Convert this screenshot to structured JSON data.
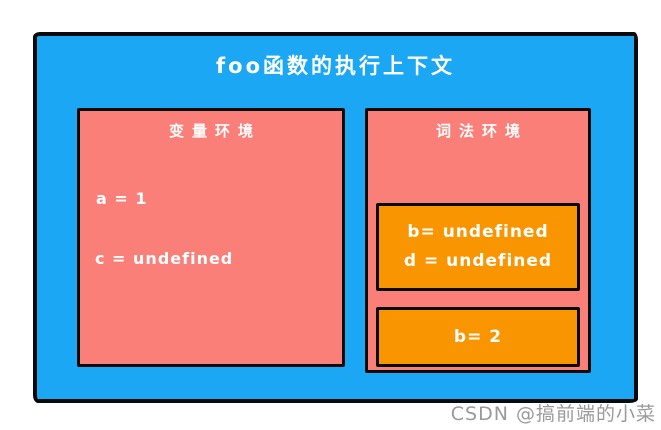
{
  "diagram": {
    "title": "foo函数的执行上下文",
    "variable_env": {
      "title": "变量环境",
      "entries": [
        "a = 1",
        "c = undefined"
      ]
    },
    "lexical_env": {
      "title": "词法环境",
      "blocks": [
        {
          "lines": [
            "b= undefined",
            "d = undefined"
          ]
        },
        {
          "lines": [
            "b= 2"
          ]
        }
      ]
    },
    "colors": {
      "outer_background": "#1BA7F3",
      "env_box": "#FA7F78",
      "record_box": "#F99500",
      "border": "#0A0A0A",
      "text": "#FFFFFF"
    }
  },
  "watermark": {
    "text": "CSDN @搞前端的小菜"
  }
}
